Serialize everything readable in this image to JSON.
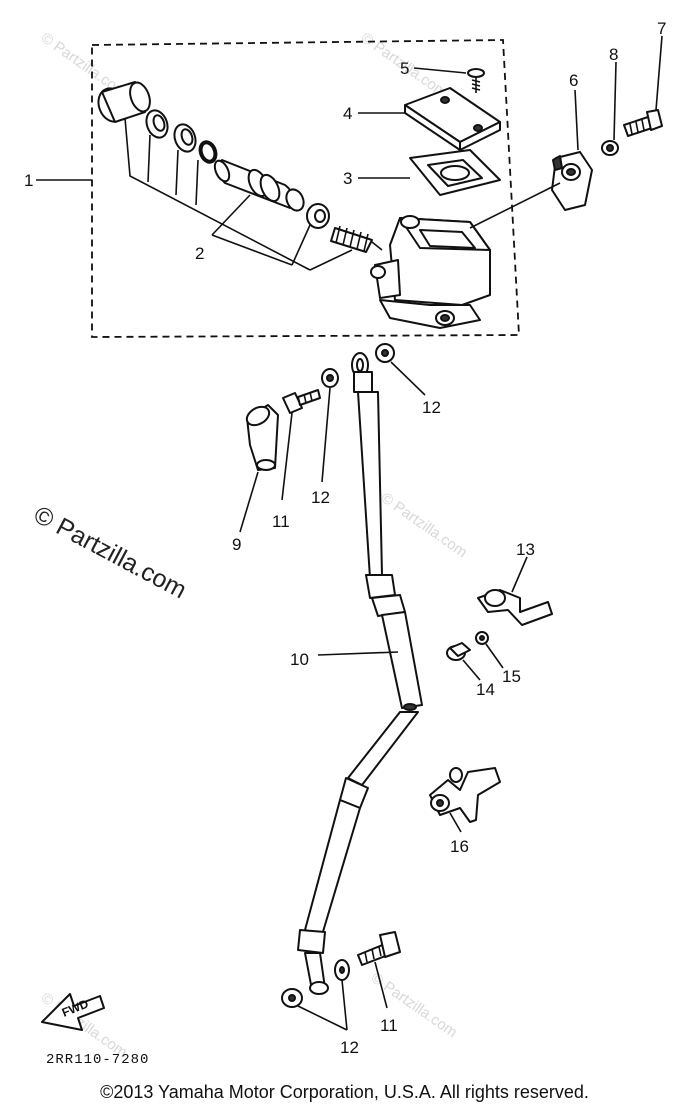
{
  "watermark": {
    "main": "© Partzilla.com",
    "faint": "© Partzilla.com"
  },
  "diagram_code": "2RR110-7280",
  "fwd_label": "FWD",
  "labels": {
    "p1": "1",
    "p2": "2",
    "p3": "3",
    "p4": "4",
    "p5": "5",
    "p6": "6",
    "p7": "7",
    "p8": "8",
    "p9": "9",
    "p10": "10",
    "p11a": "11",
    "p11b": "11",
    "p12a": "12",
    "p12b": "12",
    "p12c": "12",
    "p13": "13",
    "p14": "14",
    "p15": "15",
    "p16": "16"
  },
  "copyright": "©2013  Yamaha Motor Corporation, U.S.A. All rights reserved."
}
